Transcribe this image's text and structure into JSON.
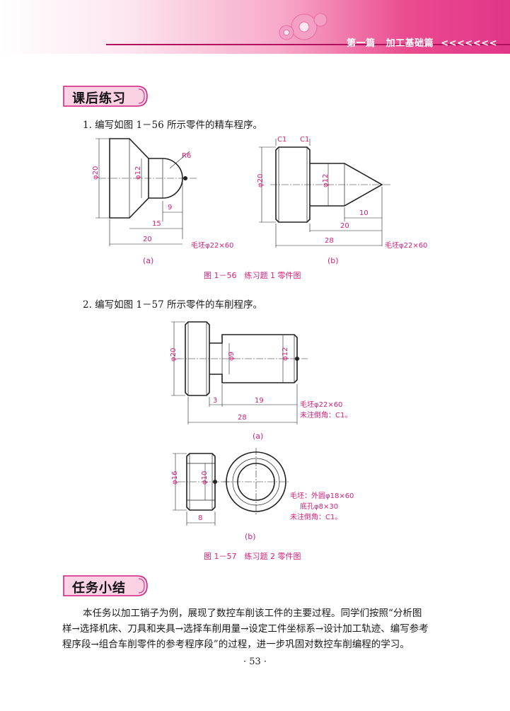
{
  "header": {
    "part_label": "第一篇",
    "chapter_label": "加工基础篇",
    "chevrons": "<<<<<<<",
    "gear_icon": "gear-icon",
    "accent_color": "#e2358a"
  },
  "exercises": {
    "title": "课后练习",
    "q1": "1. 编写如图 1－56 所示零件的精车程序。",
    "q2": "2. 编写如图 1－57 所示零件的车削程序。"
  },
  "figure_56": {
    "caption": "图 1－56　练习题 1 零件图",
    "a": {
      "sublabel": "(a)",
      "dia_outer": "φ20",
      "dia_inner": "φ12",
      "radius": "R6",
      "len_9": "9",
      "len_15": "15",
      "len_20": "20",
      "blank": "毛坯φ22×60"
    },
    "b": {
      "sublabel": "(b)",
      "chamfer_1": "C1",
      "chamfer_2": "C1",
      "dia_outer": "φ20",
      "dia_inner": "φ12",
      "len_10": "10",
      "len_20": "20",
      "len_28": "28",
      "blank": "毛坯φ22×60"
    }
  },
  "figure_57": {
    "caption": "图 1－57　练习题 2 零件图",
    "a": {
      "sublabel": "(a)",
      "dia_outer": "φ20",
      "dia_mid": "φ9",
      "dia_inner": "φ12",
      "len_3": "3",
      "len_19": "19",
      "len_28": "28",
      "blank": "毛坯φ22×60",
      "note": "未注倒角：C1。"
    },
    "b": {
      "sublabel": "(b)",
      "dia_outer": "φ16",
      "dia_inner": "φ10",
      "len_8": "8",
      "blank_line1": "毛坯：外圆φ18×60",
      "blank_line2": "底孔φ8×30",
      "note": "未注倒角：C1。"
    }
  },
  "summary": {
    "title": "任务小结",
    "line1": "本任务以加工销子为例，展现了数控车削该工件的主要过程。同学们按照“分析图",
    "line2": "样→选择机床、刀具和夹具→选择车削用量→设定工件坐标系→设计加工轨迹、编写参考",
    "line3": "程序段→组合车削零件的参考程序段”的过程，进一步巩固对数控车削编程的学习。"
  },
  "page_number": "· 53 ·"
}
